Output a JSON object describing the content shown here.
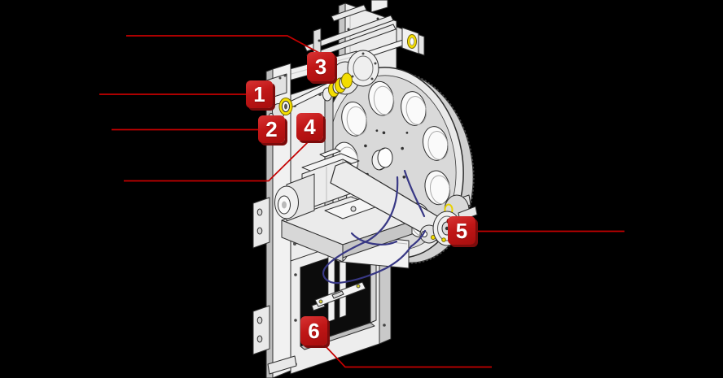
{
  "figure": {
    "background": "#000000",
    "accent_red": "#c40000",
    "badge_red": "#c01616",
    "badge_shadow_red": "#7c0c0c",
    "highlight_yellow": "#f3dd00",
    "cable_blue": "#383885",
    "callouts": [
      {
        "number": "1",
        "label": ""
      },
      {
        "number": "2",
        "label": ""
      },
      {
        "number": "3",
        "label": ""
      },
      {
        "number": "4",
        "label": ""
      },
      {
        "number": "5",
        "label": ""
      },
      {
        "number": "6",
        "label": ""
      }
    ]
  }
}
